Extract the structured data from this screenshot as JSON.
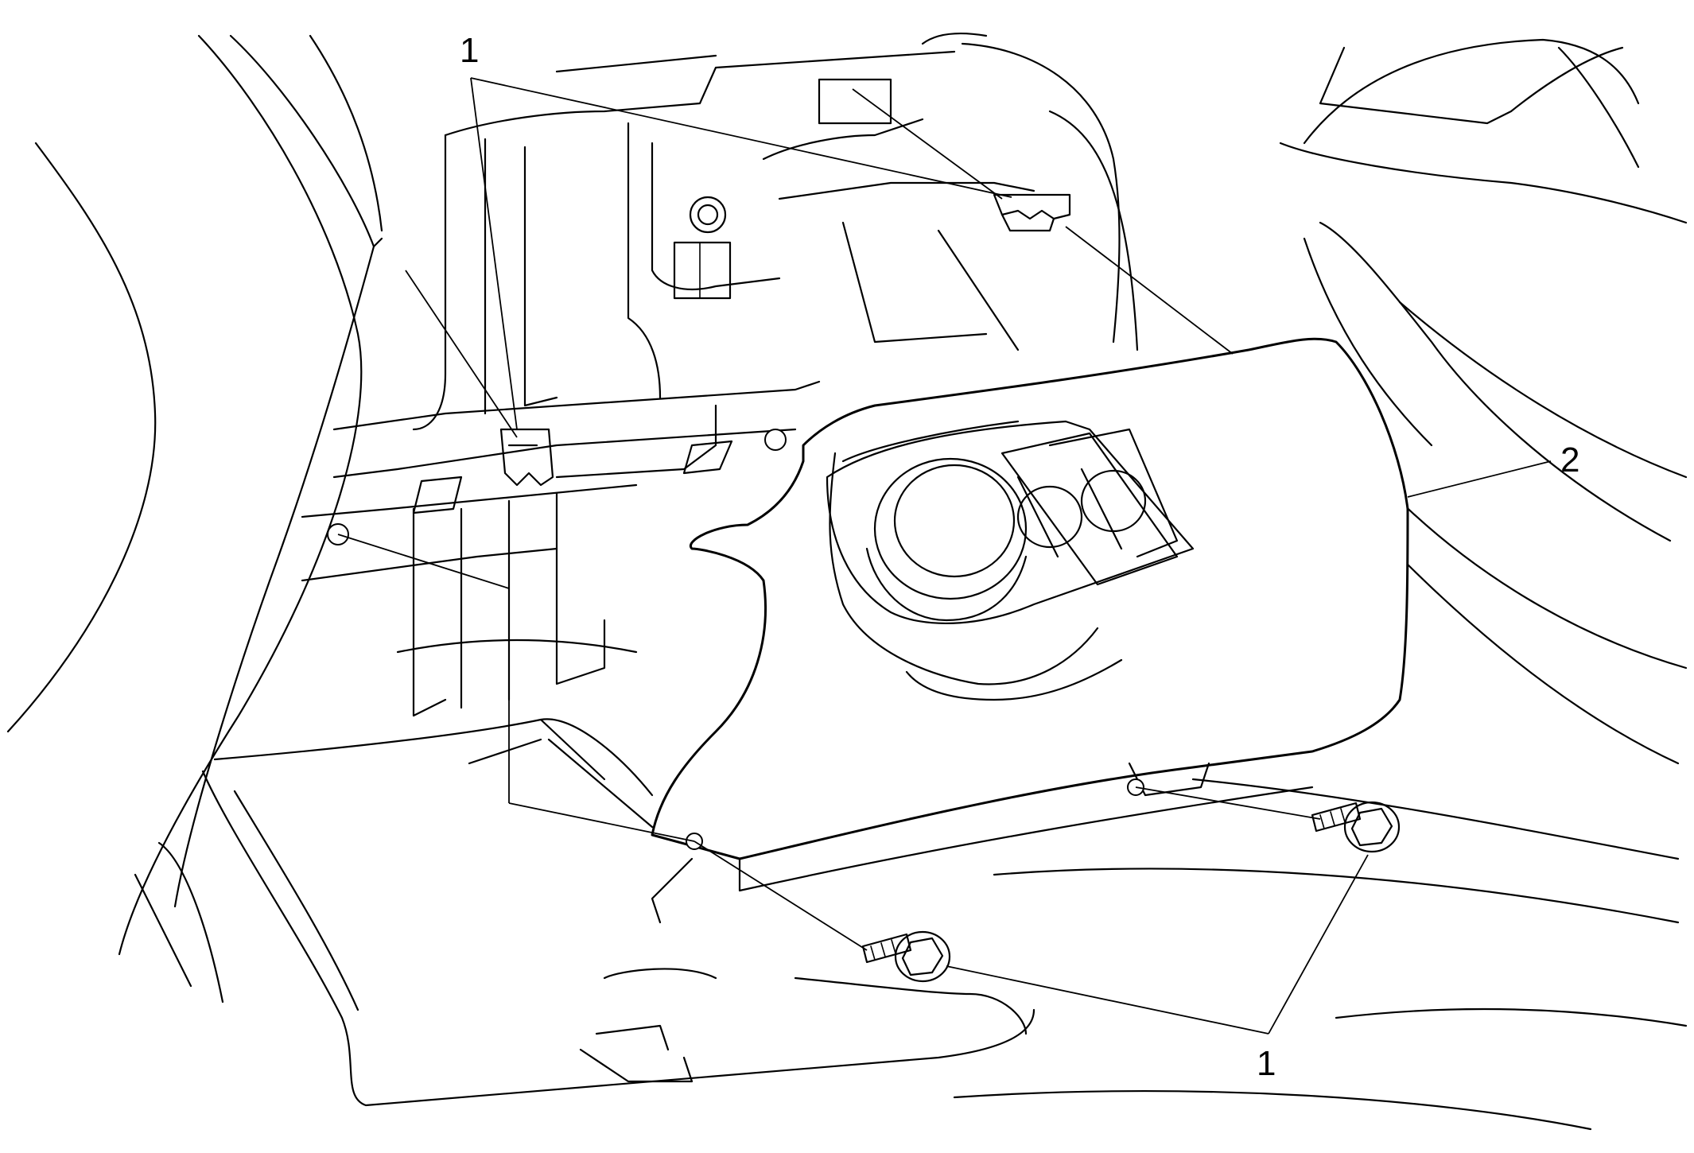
{
  "callouts": {
    "top_fastener": "1",
    "bottom_fastener": "1",
    "trim_panel": "2"
  }
}
